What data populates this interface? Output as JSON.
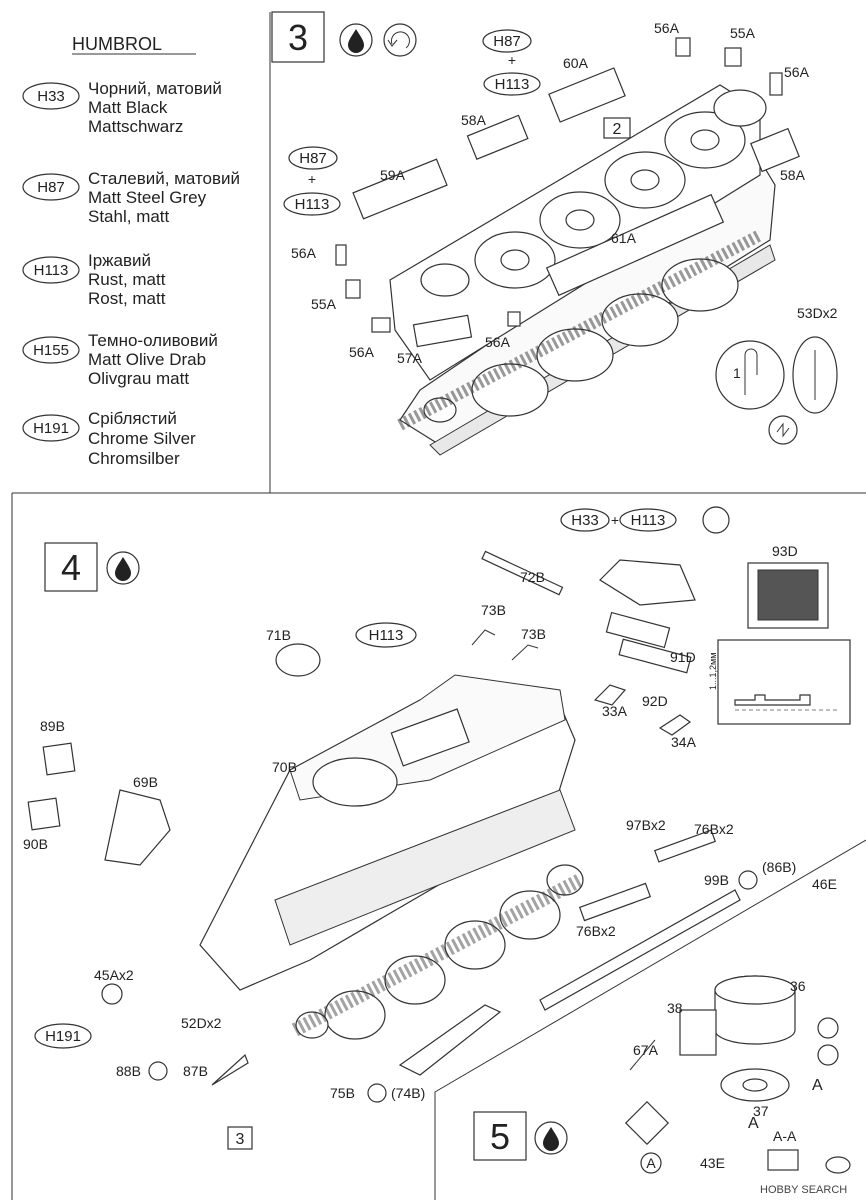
{
  "legend": {
    "brand": "HUMBROL",
    "colors": [
      {
        "code": "H33",
        "ua": "Чорний, матовий",
        "en": "Matt Black",
        "de": "Mattschwarz"
      },
      {
        "code": "H87",
        "ua": "Сталевий, матовий",
        "en": "Matt Steel Grey",
        "de": "Stahl, matt"
      },
      {
        "code": "H113",
        "ua": "Іржавий",
        "en": "Rust, matt",
        "de": "Rost, matt"
      },
      {
        "code": "H155",
        "ua": "Темно-оливовий",
        "en": "Matt Olive Drab",
        "de": "Olivgrau matt"
      },
      {
        "code": "H191",
        "ua": "Сріблястий",
        "en": "Chrome Silver",
        "de": "Chromsilber"
      }
    ]
  },
  "step3": {
    "number": "3",
    "paint_h87": "H87",
    "plus": "+",
    "paint_h113": "H113",
    "paint_h87_b": "H87",
    "paint_h113_b": "H113",
    "sub_step": "2",
    "parts": {
      "p60A": "60A",
      "p56A_top": "56A",
      "p55A_top": "55A",
      "p56A_right": "56A",
      "p58A_top": "58A",
      "p58A_right": "58A",
      "p59A": "59A",
      "p61A": "61A",
      "p56A_left": "56A",
      "p55A_left": "55A",
      "p56A_bottom": "56A",
      "p57A": "57A",
      "p56A_mid": "56A",
      "p53D": "53Dx2"
    },
    "detail_dim": "1"
  },
  "step4": {
    "number": "4",
    "paint_h33": "H33",
    "plus": "+",
    "paint_h113": "H113",
    "paint_h113_b": "H113",
    "paint_h191": "H191",
    "sub_step": "3",
    "dim_note": "1...1,2мм",
    "parts": {
      "p72B": "72B",
      "p73B_a": "73B",
      "p73B_b": "73B",
      "p71B": "71B",
      "p93D": "93D",
      "p91D": "91D",
      "p92D": "92D",
      "p33A": "33A",
      "p34A": "34A",
      "p89B": "89B",
      "p69B": "69B",
      "p90B": "90B",
      "p70B": "70B",
      "p97B": "97Bx2",
      "p76B_a": "76Bx2",
      "p76B_b": "76Bx2",
      "p99B": "99B",
      "p86B": "(86B)",
      "p45A": "45Ax2",
      "p52D": "52Dx2",
      "p88B": "88B",
      "p87B": "87B",
      "p75B": "75B",
      "p74B": "(74B)"
    }
  },
  "step5": {
    "number": "5",
    "parts": {
      "p46E": "46E",
      "p36": "36",
      "p38": "38",
      "p67A": "67A",
      "p37": "37",
      "p43E": "43E",
      "sectionA_1": "A",
      "sectionA_2": "A",
      "section_label": "A-A",
      "circleA": "A"
    }
  },
  "footer": {
    "watermark": "HOBBY SEARCH"
  }
}
